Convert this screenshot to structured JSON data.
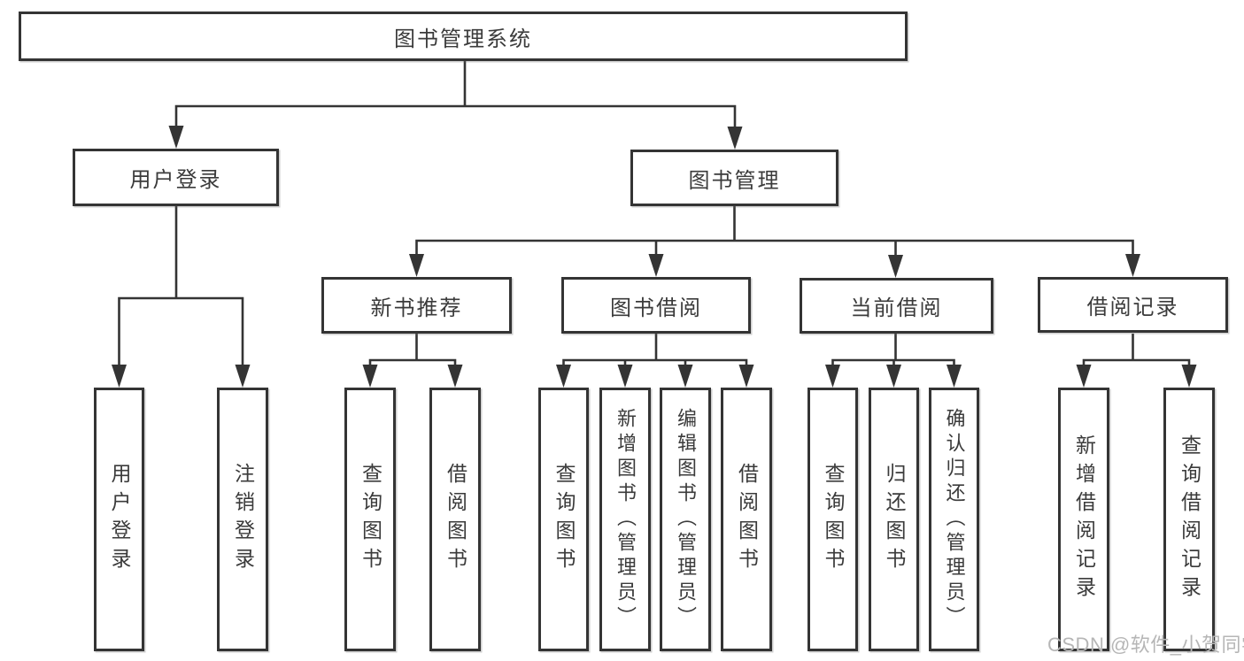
{
  "tree": {
    "root": "图书管理系统",
    "branches": [
      {
        "label": "用户登录",
        "children": [
          "用户登录",
          "注销登录"
        ]
      },
      {
        "label": "图书管理",
        "sections": [
          {
            "label": "新书推荐",
            "children": [
              "查询图书",
              "借阅图书"
            ]
          },
          {
            "label": "图书借阅",
            "children": [
              "查询图书",
              "新增图书（管理员）",
              "编辑图书（管理员）",
              "借阅图书"
            ]
          },
          {
            "label": "当前借阅",
            "children": [
              "查询图书",
              "归还图书",
              "确认归还（管理员）"
            ]
          },
          {
            "label": "借阅记录",
            "children": [
              "新增借阅记录",
              "查询借阅记录"
            ]
          }
        ]
      }
    ]
  },
  "watermark": "CSDN @软件_小贺同学",
  "colors": {
    "line": "#343434",
    "box_border": "#343434",
    "text": "#3b3b3b",
    "watermark": "#b6b6b6",
    "background": "#ffffff"
  }
}
